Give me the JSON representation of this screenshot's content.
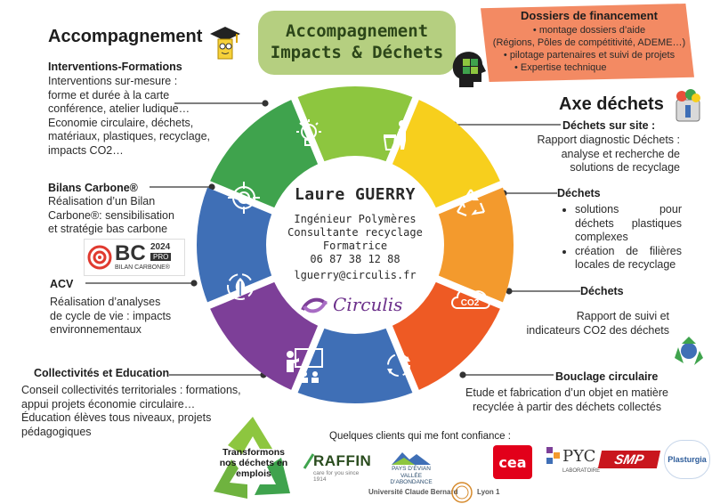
{
  "title": {
    "line1": "Accompagnement",
    "line2": "Impacts & Déchets"
  },
  "left_heading": "Accompagnement",
  "interventions": {
    "title": "Interventions-Formations",
    "lines": [
      "Interventions sur-mesure :",
      "forme et durée à la carte",
      "conférence, atelier ludique…",
      "Economie circulaire, déchets,",
      "matériaux, plastiques, recyclage,",
      "impacts CO2…"
    ]
  },
  "bilans": {
    "title": "Bilans Carbone®",
    "lines": [
      "Réalisation d’un Bilan",
      "Carbone®: sensibilisation",
      "et stratégie bas carbone"
    ],
    "badge_bc": "BC",
    "badge_year": "2024",
    "badge_pro": "PRO",
    "badge_sub": "BILAN CARBONE®"
  },
  "acv": {
    "title": "ACV",
    "lines": [
      "Réalisation d’analyses",
      "de cycle de vie : impacts",
      "environnementaux"
    ]
  },
  "collectivites": {
    "title": "Collectivités et Education",
    "lines": [
      "Conseil collectivités territoriales : formations,",
      "appui projets économie circulaire…",
      "Éducation élèves tous niveaux, projets",
      "pédagogiques"
    ]
  },
  "financement": {
    "title": "Dossiers de financement",
    "items": [
      "montage dossiers d’aide",
      "(Régions, Pôles de compétitivité, ADEME…)",
      "pilotage partenaires et suivi de projets",
      "Expertise technique"
    ]
  },
  "axe_heading": "Axe déchets",
  "site": {
    "title": "Déchets sur site :",
    "lines": [
      "Rapport diagnostic Déchets :",
      "analyse  et recherche de",
      "solutions de recyclage"
    ]
  },
  "dechets1": {
    "title": "Déchets",
    "items": [
      "solutions pour déchets plastiques complexes",
      "création de filières locales de recyclage"
    ]
  },
  "dechets2": {
    "title": "Déchets",
    "lines": [
      "Rapport de suivi et",
      "indicateurs CO2 des déchets"
    ]
  },
  "bouclage": {
    "title": "Bouclage circulaire",
    "lines": [
      "Etude et fabrication d’un objet en matière",
      "recyclée à partir des déchets collectés"
    ]
  },
  "center": {
    "name": "Laure GUERRY",
    "role1": "Ingénieur Polymères",
    "role2": "Consultante recyclage",
    "role3": "Formatrice",
    "phone": "06 87 38 12 88",
    "email": "lguerry@circulis.fr",
    "brand": "Circulis"
  },
  "co2_icon_label": "CO2",
  "recycle_text": [
    "Transformons",
    "nos déchets en",
    "emplois"
  ],
  "clients_label": "Quelques clients qui me font confiance :",
  "clients": {
    "raffin": "RAFFIN",
    "raffin_tag": "care for you since 1914",
    "evian": "PAYS D’ÉVIAN\nVALLÉE D’ABONDANCE",
    "cea": "cea",
    "pyc": "PYC",
    "pyc_sub": "LABORATOIRE",
    "smp": "SMP",
    "plasturgia": "Plasturgia",
    "lyon": "Université Claude Bernard",
    "lyon_num": "Lyon 1"
  },
  "colors": {
    "green": "#8dc63f",
    "dark_green": "#3fa34d",
    "yellow": "#f7cf1d",
    "orange": "#f39a2d",
    "red_orange": "#ee5a24",
    "purple": "#7d3f98",
    "blue": "#3f6fb6",
    "pill": "#b5cf80",
    "salmon": "#f38a63"
  }
}
